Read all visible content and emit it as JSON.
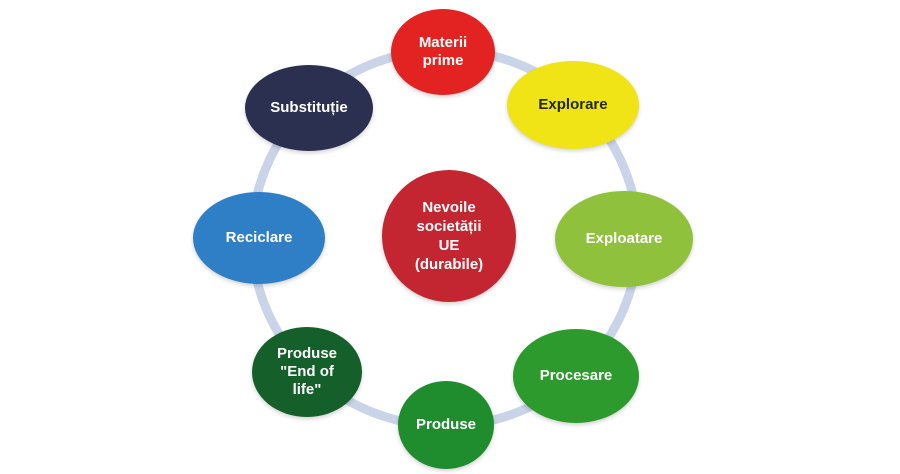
{
  "diagram": {
    "nodes": [
      {
        "id": "materii",
        "label": "Materii\nprime",
        "color": "#e32222",
        "text_color": "#ffffff"
      },
      {
        "id": "explorare",
        "label": "Explorare",
        "color": "#f0e316",
        "text_color": "#1f2a10"
      },
      {
        "id": "exploatare",
        "label": "Exploatare",
        "color": "#8fc13c",
        "text_color": "#ffffff"
      },
      {
        "id": "procesare",
        "label": "Procesare",
        "color": "#2c9a2c",
        "text_color": "#ffffff"
      },
      {
        "id": "produse",
        "label": "Produse",
        "color": "#1f8c2e",
        "text_color": "#ffffff"
      },
      {
        "id": "endoflife",
        "label": "Produse\n\"End of\nlife\"",
        "color": "#15602a",
        "text_color": "#ffffff"
      },
      {
        "id": "reciclare",
        "label": "Reciclare",
        "color": "#2f7fc6",
        "text_color": "#ffffff"
      },
      {
        "id": "substitutie",
        "label": "Substituție",
        "color": "#2c3050",
        "text_color": "#ffffff"
      }
    ],
    "center": {
      "label": "Nevoile\nsocietății\nUE\n(durabile)",
      "color": "#c32630",
      "text_color": "#ffffff"
    },
    "ring_color": "#c9d4e8"
  }
}
